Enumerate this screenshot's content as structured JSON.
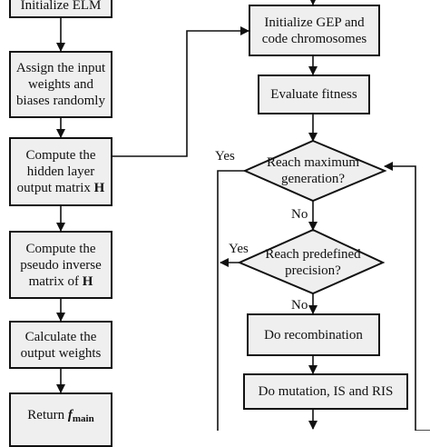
{
  "left_flow": {
    "step1": "Initialize ELM",
    "step2": [
      "Assign the input",
      "weights and",
      "biases randomly"
    ],
    "step3": {
      "lines": [
        "Compute the",
        "hidden layer"
      ],
      "line3": "output matrix",
      "symbol": "H"
    },
    "step4": {
      "lines": [
        "Compute the",
        "pseudo inverse"
      ],
      "line3": "matrix of",
      "symbol": "H"
    },
    "step5": [
      "Calculate the",
      "output weights"
    ],
    "step6": {
      "prefix": "Return",
      "symbol": "f",
      "subscript": "main"
    }
  },
  "right_flow": {
    "step1": [
      "Initialize GEP and",
      "code chromosomes"
    ],
    "step2": "Evaluate fitness",
    "decision1": [
      "Reach maximum",
      "generation?"
    ],
    "decision2": [
      "Reach predefined",
      "precision?"
    ],
    "step3": "Do recombination",
    "step4": "Do mutation, IS and RIS"
  },
  "branch_labels": {
    "decision1_yes": "Yes",
    "decision1_no": "No",
    "decision2_yes": "Yes",
    "decision2_no": "No"
  }
}
